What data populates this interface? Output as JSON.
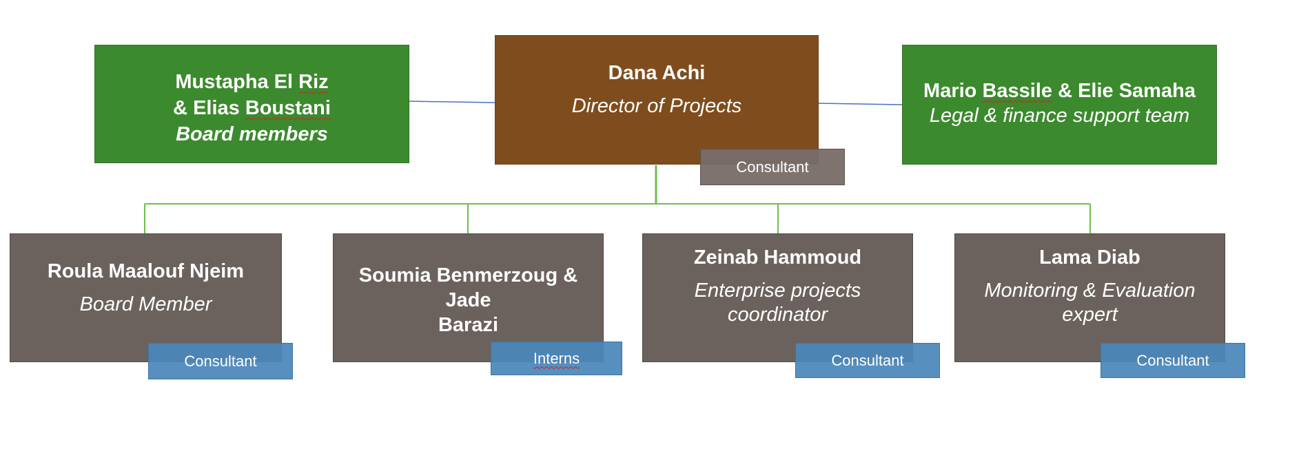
{
  "colors": {
    "board_box": "#3c8a2e",
    "director_box": "#7f4d1d",
    "staff_box": "#6b625e",
    "tag_blue": "#4a86ba",
    "tag_grey": "#786c68",
    "connector_green": "#6cbf4a",
    "connector_blue": "#4472c4"
  },
  "board": {
    "line1_pre": "Mustapha El ",
    "line1_mark": "Riz",
    "line2_pre": "& Elias ",
    "line2_mark": "Boustani",
    "role": "Board members"
  },
  "director": {
    "name": "Dana Achi",
    "role": "Director of Projects",
    "tag": "Consultant"
  },
  "support": {
    "name_pre": "Mario ",
    "name_mark": "Bassile",
    "name_post": " & Elie Samaha",
    "role": "Legal & finance support team"
  },
  "staff": [
    {
      "name": "Roula Maalouf Njeim",
      "role": "Board Member",
      "tag": "Consultant"
    },
    {
      "name_line1": "Soumia Benmerzoug & Jade",
      "name_line2": "Barazi",
      "tag": "Interns"
    },
    {
      "name": "Zeinab Hammoud",
      "role_line1": "Enterprise projects",
      "role_line2": "coordinator",
      "tag": "Consultant"
    },
    {
      "name": "Lama Diab",
      "role_line1": "Monitoring & Evaluation",
      "role_line2": "expert",
      "tag": "Consultant"
    }
  ]
}
